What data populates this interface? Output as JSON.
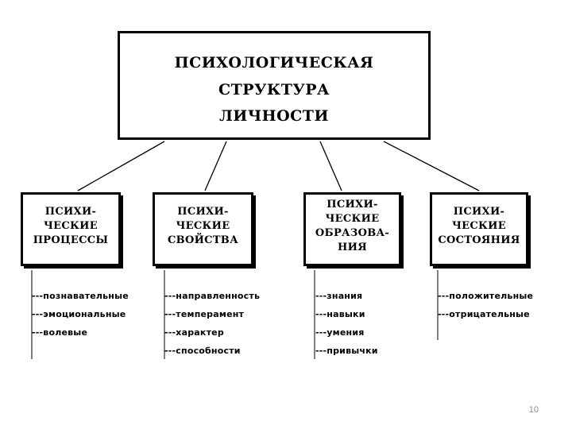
{
  "title": {
    "lines": [
      "ПСИХОЛОГИЧЕСКАЯ",
      "СТРУКТУРА",
      "ЛИЧНОСТИ"
    ]
  },
  "categories": [
    {
      "lines": [
        "ПСИХИ-",
        "ЧЕСКИЕ",
        "ПРОЦЕССЫ"
      ],
      "items": [
        "---познавательные",
        "---эмоциональные",
        "---волевые"
      ]
    },
    {
      "lines": [
        "ПСИХИ-",
        "ЧЕСКИЕ",
        "СВОЙСТВА"
      ],
      "items": [
        "---направленность",
        "---темперамент",
        "---характер",
        "---способности"
      ]
    },
    {
      "lines": [
        "ПСИХИ-",
        "ЧЕСКИЕ",
        "ОБРАЗОВА-",
        "НИЯ"
      ],
      "items": [
        "---знания",
        "---навыки",
        "---умения",
        "---привычки"
      ]
    },
    {
      "lines": [
        "ПСИХИ-",
        "ЧЕСКИЕ",
        "СОСТОЯНИЯ"
      ],
      "items": [
        "---положительные",
        "---отрицательные"
      ]
    }
  ],
  "page_number": "10"
}
